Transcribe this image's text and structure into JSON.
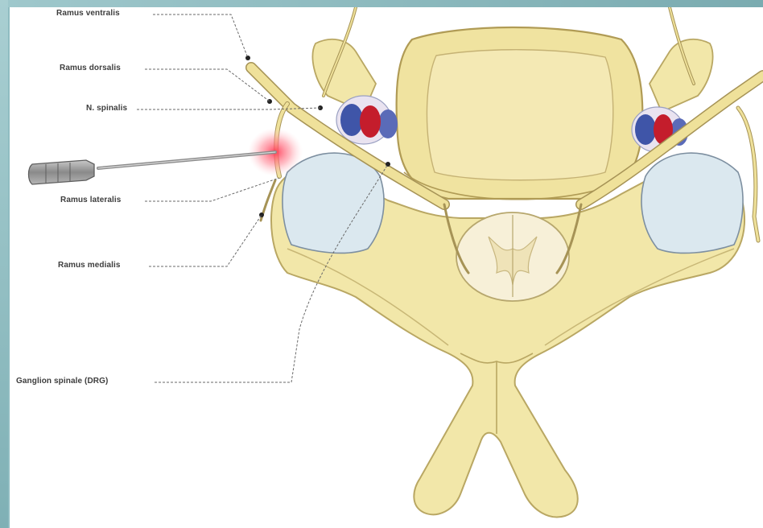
{
  "figure": {
    "labels": {
      "ramus_ventralis": "Ramus ventralis",
      "ramus_dorsalis": "Ramus dorsalis",
      "n_spinalis": "N. spinalis",
      "ramus_lateralis": "Ramus lateralis",
      "ramus_medialis": "Ramus medialis",
      "ganglion_spinale": "Ganglion spinale (DRG)"
    },
    "colors": {
      "bone": "#f2e7a9",
      "bone_outline": "#b9a763",
      "nerve": "#efe19a",
      "nerve_outline": "#a69356",
      "cartilage": "#dbe8ef",
      "artery": "#c41d2c",
      "vein": "#3f55a8",
      "needle": "#9a9a9a",
      "frame": "#8fbcc1"
    }
  }
}
